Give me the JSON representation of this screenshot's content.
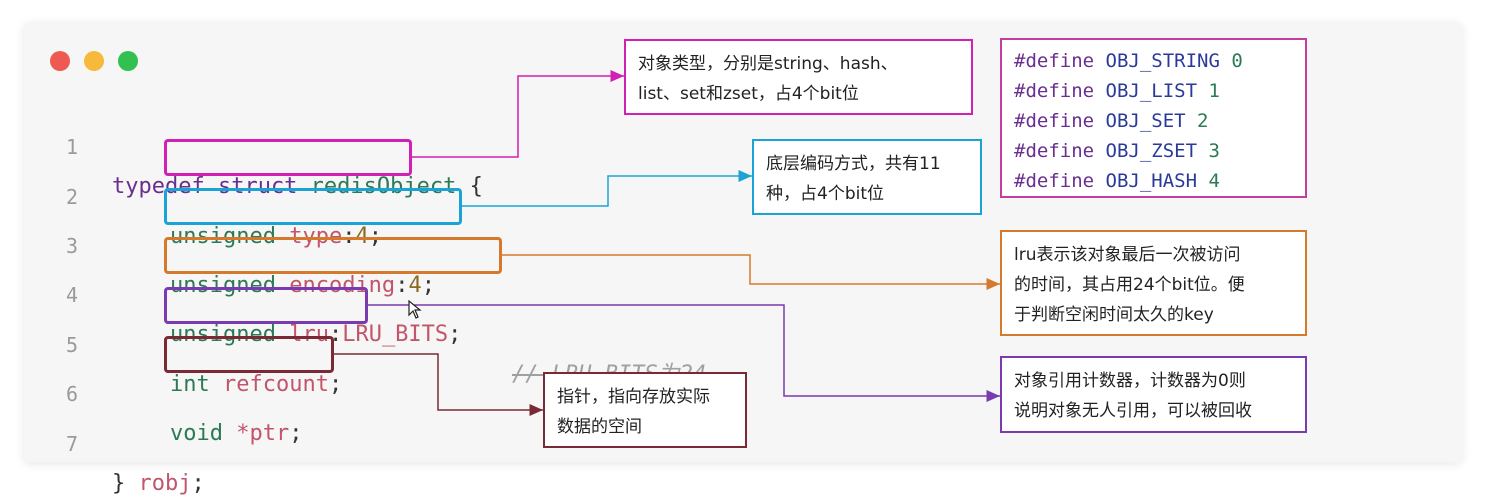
{
  "code": {
    "line_numbers": [
      "1",
      "2",
      "3",
      "4",
      "5",
      "6",
      "7"
    ],
    "line1": {
      "kw": "typedef struct",
      "name": " redisObject",
      "brace": " {"
    },
    "line2": {
      "ty": "unsigned",
      "field": " type",
      "sep": ":",
      "val": "4",
      "end": ";"
    },
    "line3": {
      "ty": "unsigned",
      "field": " encoding",
      "sep": ":",
      "val": "4",
      "end": ";"
    },
    "line4": {
      "ty": "unsigned",
      "field": " lru",
      "sep": ":",
      "val": "LRU_BITS",
      "end": ";",
      "comment": "// LRU_BITS为24"
    },
    "line5": {
      "ty": "int",
      "field": " refcount",
      "end": ";"
    },
    "line6": {
      "ty": "void",
      "field": " *ptr",
      "end": ";"
    },
    "line7": {
      "brace": "}",
      "name": " robj",
      "end": ";"
    }
  },
  "notes": {
    "type_note": [
      "对象类型，分别是string、hash、",
      "list、set和zset，占4个bit位"
    ],
    "encoding_note": [
      "底层编码方式，共有11",
      "种，占4个bit位"
    ],
    "lru_note": [
      "lru表示该对象最后一次被访问",
      "的时间，其占用24个bit位。便",
      "于判断空闲时间太久的key"
    ],
    "refcount_note": [
      "对象引用计数器，计数器为0则",
      "说明对象无人引用，可以被回收"
    ],
    "ptr_note": [
      "指针，指向存放实际",
      "数据的空间"
    ]
  },
  "defines": [
    {
      "kw": "#define",
      "name": " OBJ_STRING",
      "val": " 0"
    },
    {
      "kw": "#define",
      "name": " OBJ_LIST",
      "val": " 1"
    },
    {
      "kw": "#define",
      "name": " OBJ_SET",
      "val": " 2"
    },
    {
      "kw": "#define",
      "name": " OBJ_ZSET",
      "val": " 3"
    },
    {
      "kw": "#define",
      "name": " OBJ_HASH",
      "val": " 4"
    }
  ],
  "colors": {
    "type": "#d21fb4",
    "encoding": "#1ca3d6",
    "lru": "#d57a2c",
    "refcount": "#7a3ab0",
    "ptr": "#7a2a34",
    "defines_border": "#c23ea0"
  }
}
